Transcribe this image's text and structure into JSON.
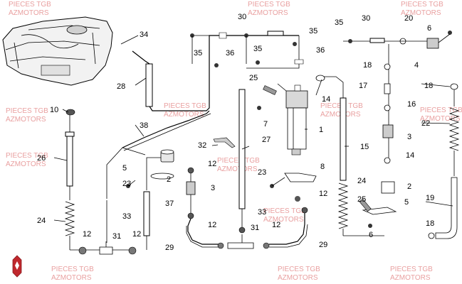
{
  "watermark": {
    "line1": "PIECES TGB",
    "line2": "AZMOTORS",
    "color": "#e9a0a0"
  },
  "logo": {
    "name": "azmotors-logo",
    "color": "#c0282d"
  },
  "callouts": {
    "c34": "34",
    "c30a": "30",
    "c35a": "35",
    "c36a": "36",
    "c35b": "35",
    "c36b": "36",
    "c35c": "35",
    "c35d": "35",
    "c30b": "30",
    "c20": "20",
    "c6a": "6",
    "c4": "4",
    "c28": "28",
    "c10": "10",
    "c25a": "25",
    "c14a": "14",
    "c18a": "18",
    "c17": "17",
    "c18b": "18",
    "c16": "16",
    "c7": "7",
    "c1": "1",
    "c3a": "3",
    "c22": "22",
    "c38": "38",
    "c27": "27",
    "c32": "32",
    "c15": "15",
    "c14b": "14",
    "c26": "26",
    "c5a": "5",
    "c12a": "12",
    "c8": "8",
    "c2a": "2",
    "c23a": "23",
    "c23b": "23",
    "c3b": "3",
    "c24a": "24",
    "c2b": "2",
    "c12b": "12",
    "c37": "37",
    "c19": "19",
    "c25b": "25",
    "c5b": "5",
    "c33a": "33",
    "c33b": "33",
    "c24b": "24",
    "c6b": "6",
    "c18c": "18",
    "c12c": "12",
    "c31a": "31",
    "c12d": "12",
    "c31b": "31",
    "c12e": "12",
    "c12f": "12",
    "c29a": "29",
    "c29b": "29"
  }
}
